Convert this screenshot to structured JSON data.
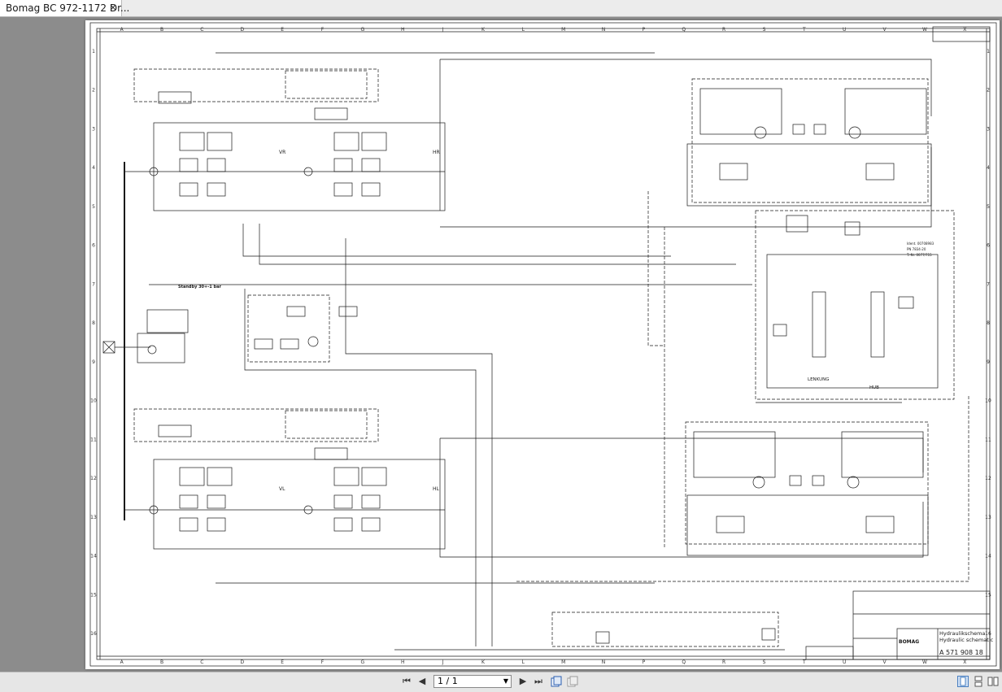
{
  "tab": {
    "title": "Bomag BC 972-1172 Dr...",
    "close_glyph": "×"
  },
  "toolbar": {
    "page_field": "1 / 1",
    "first_page_icon": "first-page-icon",
    "prev_page_icon": "previous-page-icon",
    "next_page_icon": "next-page-icon",
    "last_page_icon": "last-page-icon"
  },
  "drawing": {
    "column_letters": [
      "A",
      "B",
      "C",
      "D",
      "E",
      "F",
      "G",
      "H",
      "J",
      "K",
      "L",
      "M",
      "N",
      "P",
      "Q",
      "R",
      "S",
      "T",
      "U",
      "V",
      "W",
      "X"
    ],
    "row_numbers": [
      "1",
      "2",
      "3",
      "4",
      "5",
      "6",
      "7",
      "8",
      "9",
      "10",
      "11",
      "12",
      "13",
      "14",
      "15",
      "16"
    ],
    "labels": {
      "vr": "VR",
      "hr": "HR",
      "vl": "VL",
      "hl": "HL",
      "standby": "Standby 30+-1 bar",
      "lenkung": "LENKUNG",
      "hub": "HUB",
      "ident1": "Ident. 00708983",
      "ident2": "PN 7834-20",
      "ident3": "T.-Nr. 0077/715"
    },
    "title_block": {
      "title_de": "Hydraulikschema",
      "title_en": "Hydraulic schematic",
      "drawing_number": "A 571 908 18",
      "brand": "BOMAG"
    }
  },
  "colors": {
    "line": "#1a1a1a",
    "page": "#ffffff",
    "background": "#8c8c8c"
  }
}
